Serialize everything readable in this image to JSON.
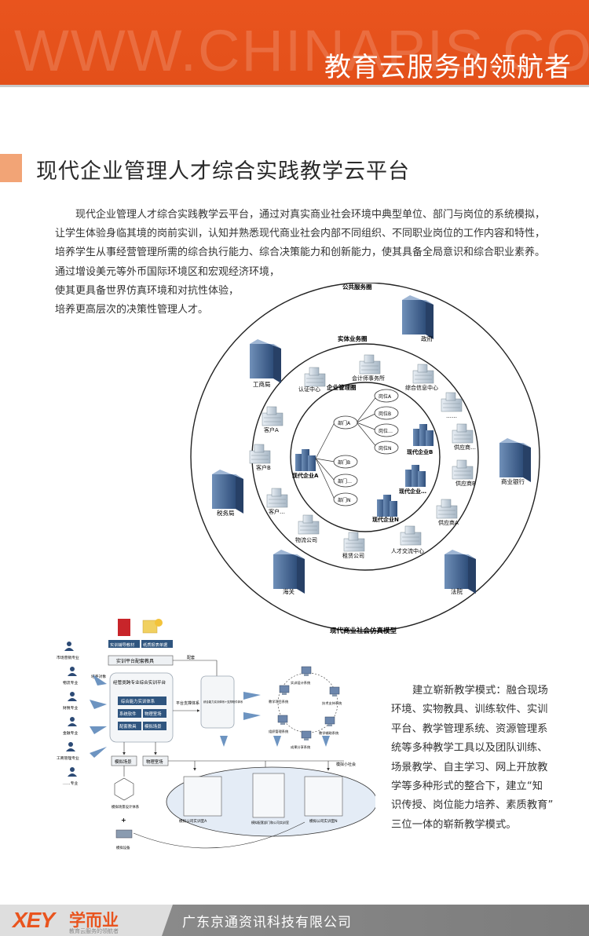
{
  "header": {
    "watermark": "WWW.CHINAPIS.COM",
    "slogan": "教育云服务的领航者"
  },
  "section": {
    "title": "现代企业管理人才综合实践教学云平台"
  },
  "intro": {
    "lines": [
      "现代企业管理人才综合实践教学云平台，通过对真实商业社会环境中典型单位、部门与岗位的系统模拟，",
      "让学生体验身临其境的岗前实训，认知并熟悉现代商业社会内部不同组织、不同职业岗位的工作内容和特性，",
      "培养学生从事经营管理所需的综合执行能力、综合决策能力和创新能力，使其具备全局意识和综合职业素养。",
      "通过增设美元等外币国际环境区和宏观经济环境，",
      "使其更具备世界仿真环境和对抗性体验，",
      "培养更高层次的决策性管理人才。"
    ]
  },
  "diagram": {
    "caption": "现代商业社会仿真模型",
    "rings": {
      "outer": "公共服务圈",
      "middle": "实体业务圈",
      "inner": "企业管理圈"
    },
    "outer_nodes": {
      "government": "政府",
      "commerce": "工商局",
      "bank": "商业银行",
      "tax": "税务局",
      "customs": "海关",
      "court": "法院"
    },
    "middle_nodes": {
      "accounting": "会计师事务所",
      "cert": "认证中心",
      "info": "综合信息中心",
      "dots": "……",
      "client_a": "客户A",
      "client_b": "客户B",
      "client_more": "客户…",
      "supplier_more": "供应商…",
      "supplier_b": "供应商B",
      "supplier_a": "供应商A",
      "logistics": "物流公司",
      "leasing": "租赁公司",
      "talent": "人才交流中心"
    },
    "inner_nodes": {
      "ent_a": "现代企业A",
      "ent_b": "现代企业B",
      "ent_more": "现代企业…",
      "ent_n": "现代企业N",
      "dept_a": "部门A",
      "dept_b": "部门B",
      "dept_more": "部门…",
      "dept_n": "部门N",
      "post_a": "岗位A",
      "post_b": "岗位B",
      "post_more": "岗位…",
      "post_n": "岗位N"
    }
  },
  "flow": {
    "book1": "实训辅导教材",
    "book2": "纸质报表单据",
    "platform": "实训平台配套教具",
    "match": "配套",
    "majors": [
      "市场营销专业",
      "物流专业",
      "财税专业",
      "金融专业",
      "工商管理专业",
      "……专业"
    ],
    "train_target": "培养对象",
    "main_title": "经管类跨专业综合实训平台",
    "main_sub": "综合能力实训体系",
    "cell1": "系统软件",
    "cell2": "物理室场",
    "cell3": "配套教具",
    "cell4": "模拟场景",
    "support": "平台支撑体系",
    "center": "综合能力实训体系+支撑软件体系",
    "ring_items": [
      "实训设计系统",
      "技术支持系统",
      "教学辅助系统",
      "成果分享系统",
      "组织管理系统",
      "教学项目系统"
    ],
    "scene": "模拟场景",
    "room": "物理室场",
    "society": "模拟小社会",
    "hex": "模拟场景设计体系",
    "device": "模拟设备",
    "lab_a": "模拟公司实训室A",
    "lab_mid": "模拟配套部门和公司实训室",
    "lab_n": "模拟公司实训室N"
  },
  "side_text": {
    "lines": [
      "建立崭新教学模式：融合现场",
      "环境、实物教具、训练软件、实训",
      "平台、教学管理系统、资源管理系",
      "统等多种教学工具以及团队训练、",
      "场景教学、自主学习、网上开放教",
      "学等多种形式的整合下，建立“知",
      "识传授、岗位能力培养、素质教育”",
      "三位一体的崭新教学模式。"
    ]
  },
  "footer": {
    "logo_en": "XEY",
    "logo_cn": "学而业",
    "logo_sub": "教育云服务的领航者",
    "company": "广东京通资讯科技有限公司"
  },
  "colors": {
    "brand_orange": "#e9541e",
    "accent_light": "#f2a476",
    "footer_gray": "#7c7c7c"
  }
}
